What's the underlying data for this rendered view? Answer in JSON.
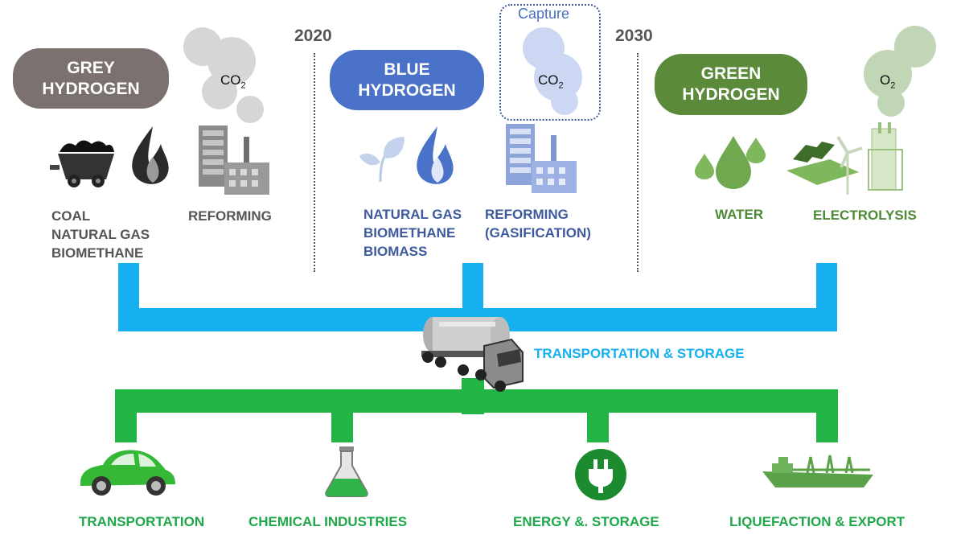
{
  "years": {
    "left": "2020",
    "right": "2030"
  },
  "grey": {
    "title_line1": "GREY",
    "title_line2": "HYDROGEN",
    "gas": "CO",
    "gas_sub": "2",
    "sources": [
      "COAL",
      "NATURAL GAS",
      "BIOMETHANE"
    ],
    "process": "REFORMING",
    "color": "#7b716f"
  },
  "blue": {
    "title_line1": "BLUE",
    "title_line2": "HYDROGEN",
    "capture": "Capture",
    "gas": "CO",
    "gas_sub": "2",
    "sources": [
      "NATURAL GAS",
      "BIOMETHANE",
      "BIOMASS"
    ],
    "process_line1": "REFORMING",
    "process_line2": "(GASIFICATION)",
    "color": "#4a72c8"
  },
  "green": {
    "title_line1": "GREEN",
    "title_line2": "HYDROGEN",
    "gas": "O",
    "gas_sub": "2",
    "source": "WATER",
    "process": "ELECTROLYSIS",
    "color": "#5a8a3a"
  },
  "transport_storage": "TRANSPORTATION & STORAGE",
  "uses": [
    "TRANSPORTATION",
    "CHEMICAL INDUSTRIES",
    "ENERGY &. STORAGE",
    "LIQUEFACTION & EXPORT"
  ],
  "icons": {
    "grey": [
      "coal-cart-icon",
      "flame-icon",
      "cloud-icon",
      "factory-icon"
    ],
    "blue": [
      "leaf-icon",
      "flame-icon",
      "cloud-icon",
      "factory-icon"
    ],
    "green": [
      "water-drops-icon",
      "solar-wind-electrolysis-icon",
      "cloud-icon"
    ],
    "uses": [
      "car-icon",
      "flask-icon",
      "plug-icon",
      "ship-icon"
    ],
    "center": "tanker-truck-icon"
  }
}
